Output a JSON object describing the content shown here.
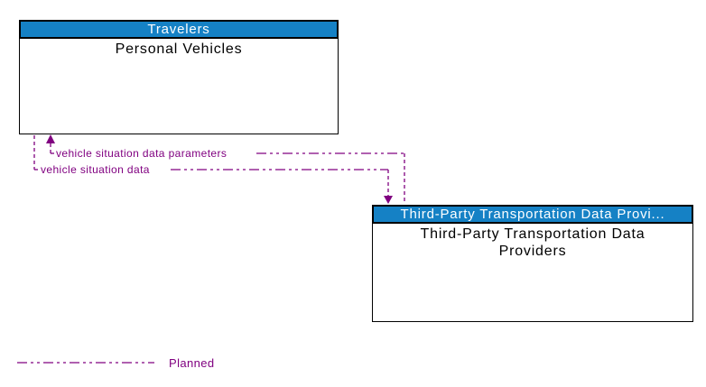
{
  "colors": {
    "background": "#FFFFFF",
    "header_blue": "#1581C5",
    "line_purple": "#800080",
    "border_black": "#000000"
  },
  "entities": [
    {
      "header": "Travelers",
      "name": "Personal Vehicles"
    },
    {
      "header": "Third-Party Transportation Data Provi...",
      "name": "Third-Party Transportation Data Providers"
    }
  ],
  "flows": [
    {
      "label": "vehicle situation data parameters",
      "from": "Third-Party Transportation Data Providers",
      "to": "Personal Vehicles",
      "status": "Planned"
    },
    {
      "label": "vehicle situation data",
      "from": "Personal Vehicles",
      "to": "Third-Party Transportation Data Providers",
      "status": "Planned"
    }
  ],
  "legend": {
    "line_style": "dash-dot",
    "label": "Planned"
  }
}
